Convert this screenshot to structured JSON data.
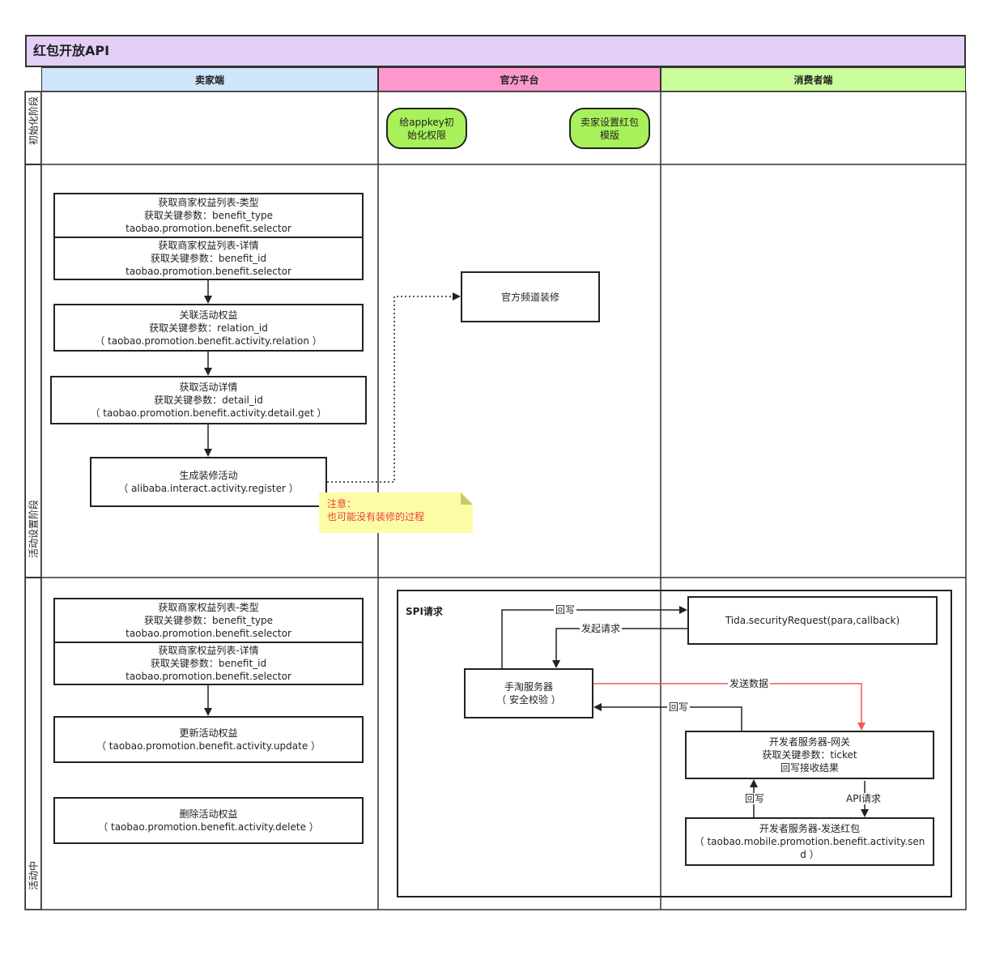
{
  "title": "红包开放API",
  "lanes": [
    {
      "label": "卖家端",
      "color": "#cfe5fb"
    },
    {
      "label": "官方平台",
      "color": "#fe99cd"
    },
    {
      "label": "消费者端",
      "color": "#cbfe9b"
    }
  ],
  "phases": [
    "初始化阶段",
    "活动设置阶段",
    "活动中"
  ],
  "init": {
    "appkey": [
      "给appkey初",
      "始化权限"
    ],
    "template": [
      "卖家设置红包",
      "模版"
    ]
  },
  "setup": {
    "benefit_type": [
      "获取商家权益列表-类型",
      "获取关键参数：benefit_type",
      "taobao.promotion.benefit.selector"
    ],
    "benefit_detail": [
      "获取商家权益列表-详情",
      "获取关键参数：benefit_id",
      "taobao.promotion.benefit.selector"
    ],
    "relation": [
      "关联活动权益",
      "获取关键参数：relation_id",
      "（ taobao.promotion.benefit.activity.relation ）"
    ],
    "detail": [
      "获取活动详情",
      "获取关键参数：detail_id",
      "（ taobao.promotion.benefit.activity.detail.get ）"
    ],
    "register": [
      "生成装修活动",
      "（ alibaba.interact.activity.register ）"
    ],
    "channel": "官方频道装修",
    "note": [
      "注意：",
      "也可能没有装修的过程"
    ]
  },
  "active": {
    "benefit_type": [
      "获取商家权益列表-类型",
      "获取关键参数：benefit_type",
      "taobao.promotion.benefit.selector"
    ],
    "benefit_detail": [
      "获取商家权益列表-详情",
      "获取关键参数：benefit_id",
      "taobao.promotion.benefit.selector"
    ],
    "update": [
      "更新活动权益",
      "（ taobao.promotion.benefit.activity.update ）"
    ],
    "delete": [
      "删除活动权益",
      "（ taobao.promotion.benefit.activity.delete ）"
    ],
    "spi_label": "SPI请求",
    "tida": "Tida.securityRequest(para,callback)",
    "taobao_server": [
      "手淘服务器",
      "（ 安全校验 ）"
    ],
    "gateway": [
      "开发者服务器-网关",
      "获取关键参数：ticket",
      "回写接收结果"
    ],
    "send": [
      "开发者服务器-发送红包",
      "（ taobao.mobile.promotion.benefit.activity.sen",
      "d ）"
    ],
    "labels": {
      "write_back_top": "回写",
      "initiate": "发起请求",
      "send_data": "发送数据",
      "write_back_mid": "回写",
      "write_back_low": "回写",
      "api_request": "API请求"
    }
  },
  "colors": {
    "send_data_arrow": "#f05a50",
    "pill": "#a8f15a",
    "note_bg": "#fdfca6",
    "note_text": "#e7413c"
  }
}
